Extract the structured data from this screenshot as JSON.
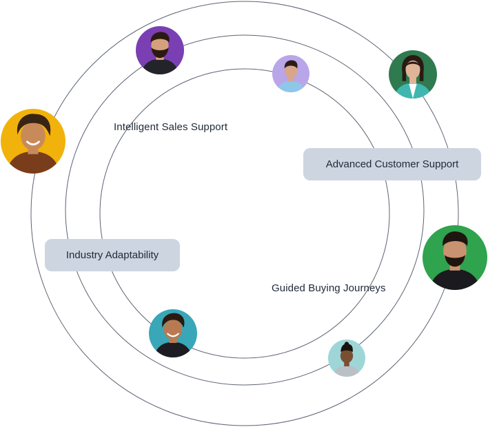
{
  "labels": {
    "intelligent_sales": "Intelligent Sales Support",
    "advanced_customer": "Advanced Customer Support",
    "industry_adaptability": "Industry Adaptability",
    "guided_buying": "Guided Buying Journeys"
  },
  "colors": {
    "ring_stroke": "#5b6272",
    "pill_bg": "#cdd5e1",
    "text": "#1f2937"
  },
  "avatars": [
    {
      "name": "smiling-woman-yellow",
      "bg": "#f1b20b",
      "skin": "#c98a5a",
      "hair": "#3a2414",
      "shirt": "#7a3d1c"
    },
    {
      "name": "bearded-man-purple",
      "bg": "#7a3fb2",
      "skin": "#d5a07c",
      "hair": "#2a1a12",
      "shirt": "#23232a"
    },
    {
      "name": "man-lavender",
      "bg": "#b9a6e8",
      "skin": "#d8a688",
      "hair": "#2b1d16",
      "shirt": "#8ec7e8"
    },
    {
      "name": "woman-dark-green",
      "bg": "#2f7a4f",
      "skin": "#e0b597",
      "hair": "#2a1a12",
      "shirt": "#3fb7b0"
    },
    {
      "name": "man-bright-green",
      "bg": "#2fa34d",
      "skin": "#c99270",
      "hair": "#1f1510",
      "shirt": "#1a1a1f"
    },
    {
      "name": "smiling-man-teal",
      "bg": "#3aa7b8",
      "skin": "#b97a52",
      "hair": "#2a1a12",
      "shirt": "#1c1c22"
    },
    {
      "name": "woman-light-teal",
      "bg": "#9ed6d8",
      "skin": "#7a4e33",
      "hair": "#1a120d",
      "shirt": "#b9c1c6"
    }
  ]
}
